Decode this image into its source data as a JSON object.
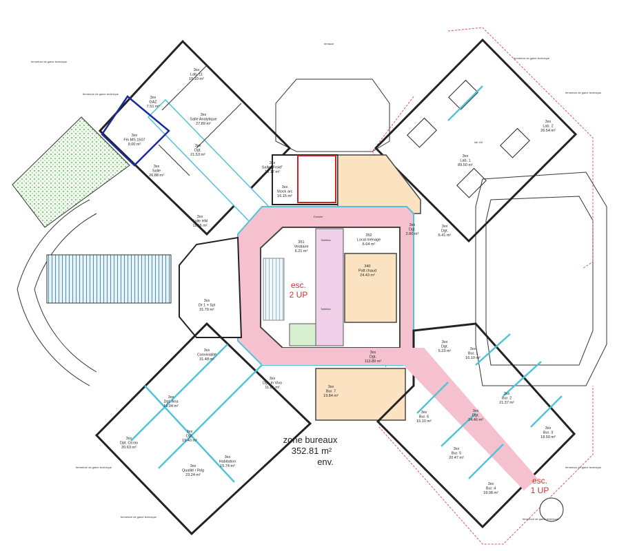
{
  "plan": {
    "zone_label": "zone bureaux",
    "zone_area": "352.81 m²",
    "zone_note": "env.",
    "stairs": [
      {
        "label": "esc.",
        "sub": "2 UP"
      },
      {
        "label": "esc.",
        "sub": "1 UP"
      }
    ],
    "gaine_label": "fermeture de gaine technique",
    "top_label": "terrasse",
    "lab_tag": "lab 1M",
    "core_labels": [
      "Toilettes",
      "Toilettes",
      "Dossier"
    ],
    "colors": {
      "circulation": "#f6c1cf",
      "labs_offices": "#fbe3c2",
      "partitions": "#4fc3d9",
      "cloud": "#e05060",
      "sanitary": "#f0cfe8",
      "local": "#d8f0cf"
    }
  },
  "rooms": [
    {
      "code": "3xx",
      "name": "Lab. 11",
      "area": "15.10 m²"
    },
    {
      "code": "3xx",
      "name": "GAZ",
      "area": "7.51 m²"
    },
    {
      "code": "3xx",
      "name": "Fin MS 1507",
      "area": "9.00 m²"
    },
    {
      "code": "3xx",
      "name": "Salle Analytique",
      "area": "27.89 m²"
    },
    {
      "code": "3xx",
      "name": "Dgt.",
      "area": "21.53 m²"
    },
    {
      "code": "3xx",
      "name": "Salle",
      "area": "26.88 m²"
    },
    {
      "code": "3xx",
      "name": "Salle \"Froid\"",
      "area": "16.17 m²"
    },
    {
      "code": "3xx",
      "name": "Stock arc",
      "area": "16.15 m²"
    },
    {
      "code": "3xx",
      "name": "Salle HM",
      "area": "11.56 m²"
    },
    {
      "code": "3xx",
      "name": "Lab. 1",
      "area": "89.50 m²"
    },
    {
      "code": "3xx",
      "name": "Lab. 2",
      "area": "26.54 m²"
    },
    {
      "code": "3xx",
      "name": "Dgt.",
      "area": "2.80 m²"
    },
    {
      "code": "3xx",
      "name": "Dgt.",
      "area": "6.41 m²"
    },
    {
      "code": "351",
      "name": "Vestiaire",
      "area": "6.21 m²"
    },
    {
      "code": "352",
      "name": "Local ménage",
      "area": "5.64 m²"
    },
    {
      "code": "340",
      "name": "Patt chaud",
      "area": "24.43 m²"
    },
    {
      "code": "3xx",
      "name": "Dgt.",
      "area": "113.89 m²"
    },
    {
      "code": "3xx",
      "name": "Dr 1 + 5pt",
      "area": "31.79 m²"
    },
    {
      "code": "3xx",
      "name": "Convivialité",
      "area": "31.48 m²"
    },
    {
      "code": "3xx",
      "name": "Dgt. In Vivo",
      "area": "11.81 m²"
    },
    {
      "code": "3xx",
      "name": "Dgt. Ana",
      "area": "16.04 m²"
    },
    {
      "code": "3xx",
      "name": "Dgt.",
      "area": "19.40 m²"
    },
    {
      "code": "3xx",
      "name": "Dpt. Ocrav",
      "area": "20.63 m²"
    },
    {
      "code": "3xx",
      "name": "Qualité / Rdg",
      "area": "23.24 m²"
    },
    {
      "code": "3xx",
      "name": "Habitation",
      "area": "15.74 m²"
    },
    {
      "code": "3xx",
      "name": "Bur. 7",
      "area": "19.84 m²"
    },
    {
      "code": "3xx",
      "name": "Dgt.",
      "area": "5.23 m²"
    },
    {
      "code": "3xx",
      "name": "Bur. 1",
      "area": "16.19 m²"
    },
    {
      "code": "3xx",
      "name": "Bur. 2",
      "area": "21.37 m²"
    },
    {
      "code": "3xx",
      "name": "Dgt.",
      "area": "24.46 m²"
    },
    {
      "code": "3xx",
      "name": "Bur. 6",
      "area": "15.10 m²"
    },
    {
      "code": "3xx",
      "name": "Bur. 3",
      "area": "18.50 m²"
    },
    {
      "code": "3xx",
      "name": "Bur. 5",
      "area": "20.47 m²"
    },
    {
      "code": "3xx",
      "name": "Bur. 4",
      "area": "18.08 m²"
    }
  ]
}
